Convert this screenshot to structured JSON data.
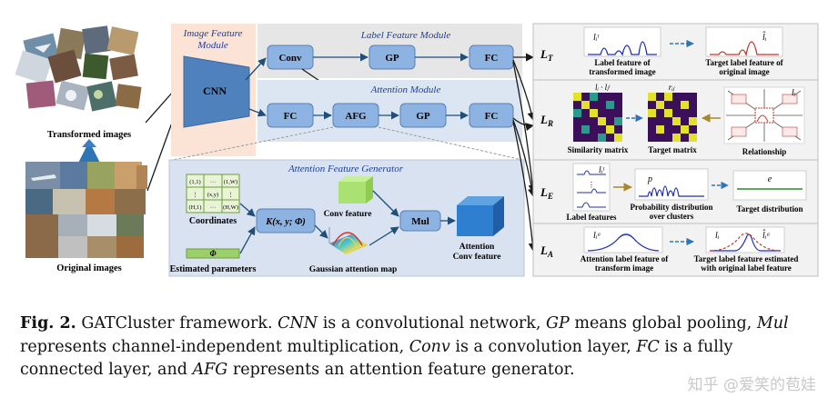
{
  "inputs": {
    "transformed_label": "Transformed images",
    "original_label": "Original images"
  },
  "feature_module": {
    "title": "Image Feature Module",
    "cnn": "CNN"
  },
  "label_module": {
    "title": "Label Feature Module",
    "conv": "Conv",
    "gp": "GP",
    "fc": "FC"
  },
  "attention_module": {
    "title": "Attention Module",
    "fc1": "FC",
    "afg": "AFG",
    "gp": "GP",
    "fc2": "FC"
  },
  "afg_panel": {
    "title": "Attention Feature Generator",
    "grid_cells": [
      "(1,1)",
      "···",
      "(1,W)",
      "⋮",
      "(x,y)",
      "⋮",
      "(H,1)",
      "···",
      "(H,W)"
    ],
    "coordinates": "Coordinates",
    "kernel": "K(x, y; Φ)",
    "phi": "Φ",
    "estimated": "Estimated parameters",
    "conv_feature": "Conv feature",
    "gaussian_map": "Gaussian attention map",
    "mul": "Mul",
    "att_conv_line1": "Attention",
    "att_conv_line2": "Conv feature"
  },
  "losses": {
    "lt": {
      "label": "L",
      "sub": "T",
      "sym_left": "lᵢᵗ",
      "sym_right": "l̂ᵢ",
      "cap_left_1": "Label feature of",
      "cap_left_2": "transformed image",
      "cap_right_1": "Target label feature of",
      "cap_right_2": "original image"
    },
    "lr": {
      "label": "L",
      "sub": "R",
      "sym_sim": "lᵢ · lⱼᵗ",
      "sym_target": "rᵢⱼ",
      "sym_rel": "lᵢ",
      "cap_sim": "Similarity matrix",
      "cap_target": "Target matrix",
      "cap_rel": "Relationship"
    },
    "le": {
      "label": "L",
      "sub": "E",
      "sym_lt": "lᵢᵗ",
      "sym_p": "p",
      "sym_e": "e",
      "cap_label": "Label features",
      "cap_prob_1": "Probability distribution",
      "cap_prob_2": "over clusters",
      "cap_target": "Target distribution"
    },
    "la": {
      "label": "L",
      "sub": "A",
      "sym_left": "lᵢᵃ",
      "sym_li": "lᵢ",
      "sym_hat": "l̂ᵢᵃ",
      "cap_left_1": "Attention label feature of",
      "cap_left_2": "transform image",
      "cap_right_1": "Target label feature estimated",
      "cap_right_2": "with original label feature"
    }
  },
  "caption": {
    "fig": "Fig. 2.",
    "lead": "GATCluster framework.",
    "cnn": "CNN",
    "t1": "is a convolutional network,",
    "gp": "GP",
    "t2": "means global pooling,",
    "mul": "Mul",
    "t3": "represents channel-independent multiplication,",
    "conv": "Conv",
    "t4": "is a convolution layer,",
    "fc": "FC",
    "t5": "is a fully connected layer, and",
    "afg": "AFG",
    "t6": "represents an attention feature generator."
  },
  "watermark": "知乎 @爱笑的苞娃",
  "colors": {
    "feature_bg": "#fbe3d6",
    "label_bg": "#e6e6e6",
    "attention_bg": "#dce6f2",
    "afg_bg": "#d9e2f1",
    "node_fill": "#8db3e2",
    "node_stroke": "#5a7fb5",
    "title_blue": "#1f3f99",
    "arrow_dark": "#1f4e79",
    "cnn_fill": "#4f81bd"
  }
}
